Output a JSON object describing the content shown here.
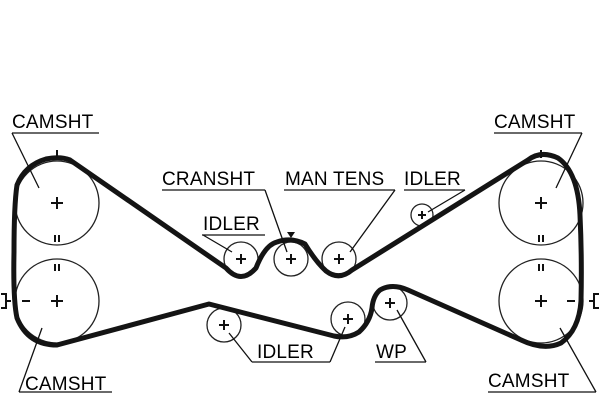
{
  "diagram": {
    "type": "timing-belt-routing",
    "labels": {
      "camsht_top_left": "CAMSHT",
      "camsht_top_right": "CAMSHT",
      "camsht_bottom_left": "CAMSHT",
      "camsht_bottom_right": "CAMSHT",
      "cranksht": "CRANSHT",
      "man_tens": "MAN TENS",
      "idler_top_left": "IDLER",
      "idler_top_right": "IDLER",
      "idler_bottom": "IDLER",
      "wp": "WP"
    },
    "colors": {
      "line": "#141414",
      "background": "#ffffff"
    },
    "mark_glyphs": {
      "plus": "+",
      "minus": "-",
      "tick": "|",
      "double_tick": "||"
    }
  }
}
